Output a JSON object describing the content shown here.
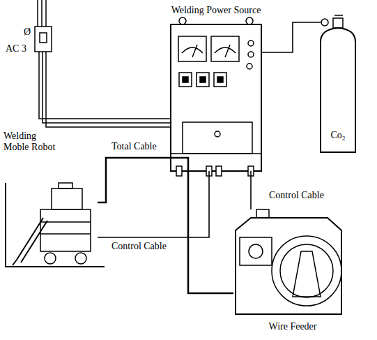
{
  "diagram": {
    "nodes": [
      {
        "text": [
          "Welding Power Source"
        ]
      },
      {
        "text": [
          "Co₂"
        ]
      },
      {
        "text": [
          "Welding Moble Robot"
        ]
      },
      {
        "text": [
          "Wire Feeder"
        ]
      }
    ],
    "edges": [
      {
        "from": 0,
        "to": 1,
        "arrow": "none"
      },
      {
        "from": 0,
        "to": 3,
        "label": "Control Cable",
        "arrow": "none"
      },
      {
        "from": 0,
        "to": 2,
        "label": "Control Cable",
        "arrow": "none"
      },
      {
        "from": 3,
        "to": 2,
        "label": "Total Cable",
        "arrow": "none"
      }
    ],
    "labels": [
      "Ø",
      "AC 3"
    ]
  }
}
